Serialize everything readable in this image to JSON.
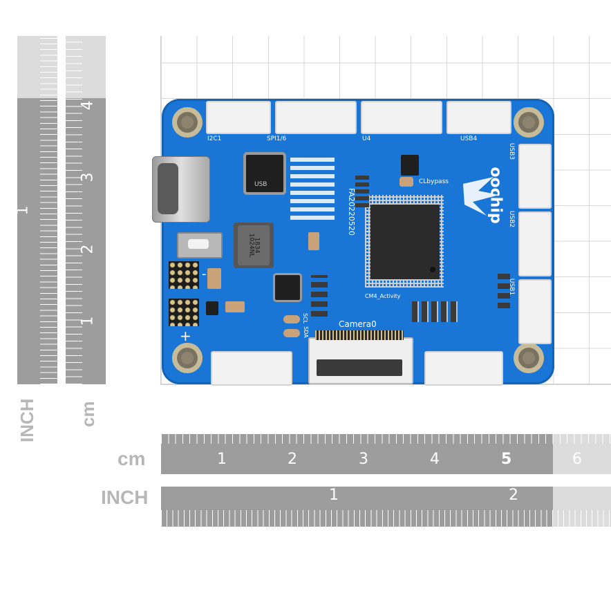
{
  "vertical_ruler_inch": {
    "label": "INCH",
    "numbers": [
      "1"
    ]
  },
  "vertical_ruler_cm": {
    "label": "cm",
    "numbers": [
      "4",
      "3",
      "2",
      "1"
    ]
  },
  "horizontal_ruler_cm": {
    "label": "cm",
    "numbers": [
      "1",
      "2",
      "3",
      "4",
      "5",
      "6"
    ]
  },
  "horizontal_ruler_inch": {
    "label": "INCH",
    "numbers": [
      "1",
      "2"
    ]
  },
  "board": {
    "silkscreen": {
      "camera": "Camera0",
      "part_no": "FA20220520",
      "clbypass": "CLbypass",
      "activity": "CM4_Activity",
      "i2c": "I2C1",
      "spi": "SPI1/6",
      "uart4": "U4",
      "usb4": "USB4",
      "usb3": "USB3",
      "usb2": "USB2",
      "usb1": "USB1",
      "scl": "SCL",
      "sda": "SDA",
      "plus": "+",
      "minus": "-",
      "inductor_top": "1024NL",
      "inductor_bottom": "1834",
      "chip_text": "USB",
      "brand": "oochip"
    }
  }
}
